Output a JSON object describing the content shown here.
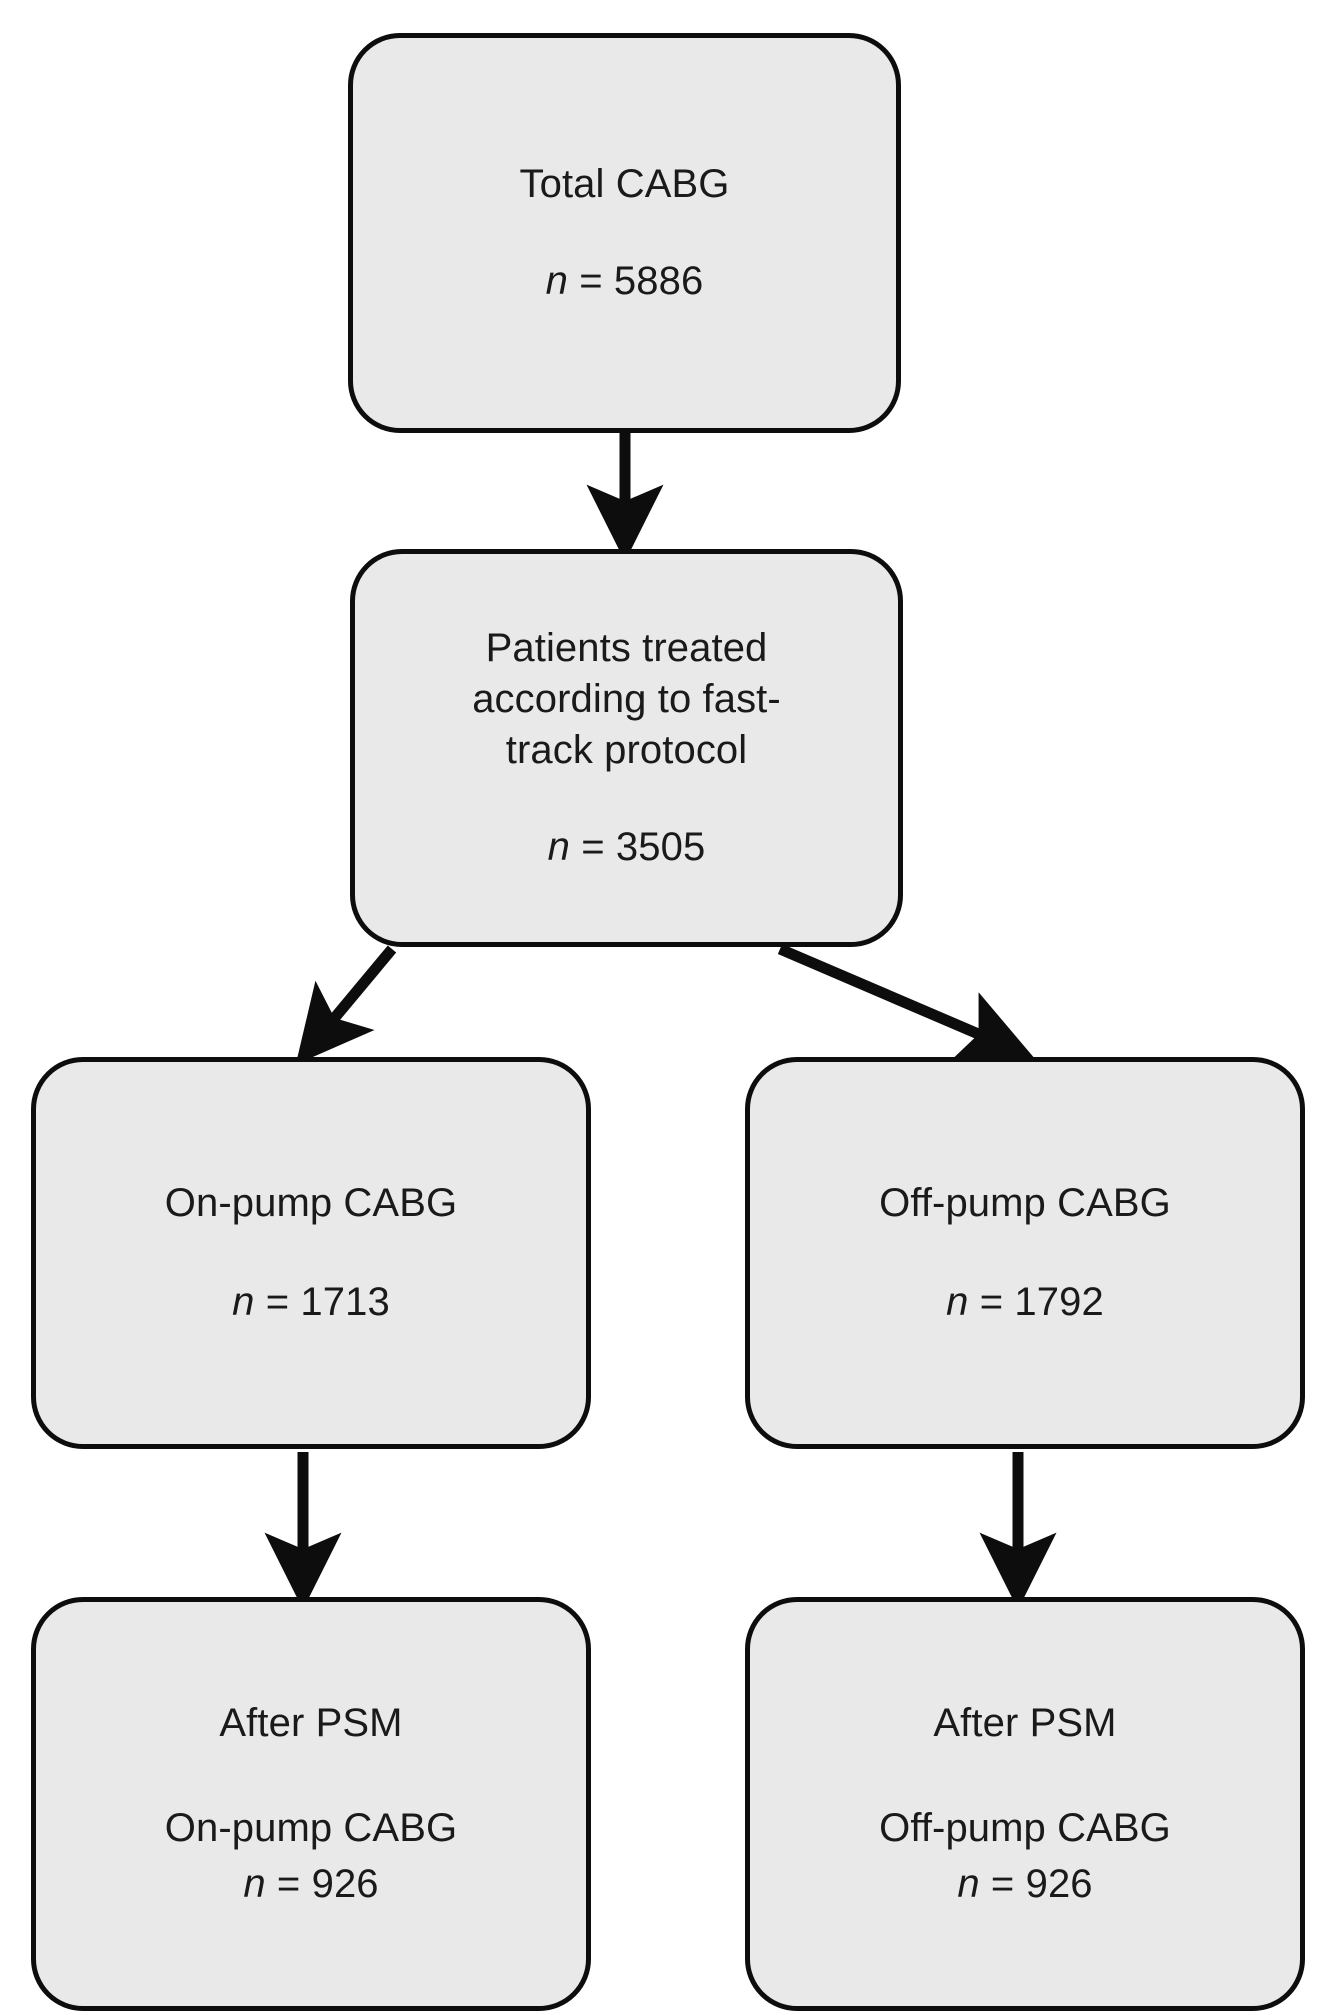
{
  "diagram": {
    "type": "flowchart",
    "orientation": "top-down",
    "background_color": "#ffffff",
    "node_fill_color": "#e9e9e9",
    "node_border_color": "#0d0d0d",
    "text_color": "#1a1a1a"
  },
  "nodes": [
    {
      "id": "total-cabg",
      "title": "Total CABG",
      "count_symbol": "n",
      "count_equals": " = ",
      "count_value": "5886",
      "count_text": "n = 5886"
    },
    {
      "id": "fast-track",
      "title": "Patients treated\naccording to fast-\ntrack protocol",
      "count_symbol": "n",
      "count_equals": " = ",
      "count_value": "3505",
      "count_text": "n = 3505"
    },
    {
      "id": "on-pump",
      "title": "On-pump CABG",
      "count_symbol": "n",
      "count_equals": " = ",
      "count_value": "1713",
      "count_text": "n = 1713"
    },
    {
      "id": "off-pump",
      "title": "Off-pump CABG",
      "count_symbol": "n",
      "count_equals": " = ",
      "count_value": "1792",
      "count_text": "n = 1792"
    },
    {
      "id": "psm-on-pump",
      "title": "After PSM",
      "subtitle": "On-pump CABG",
      "count_symbol": "n",
      "count_equals": " = ",
      "count_value": "926",
      "count_text": "n = 926"
    },
    {
      "id": "psm-off-pump",
      "title": "After PSM",
      "subtitle": "Off-pump CABG",
      "count_symbol": "n",
      "count_equals": " = ",
      "count_value": "926",
      "count_text": "n = 926"
    }
  ],
  "edges": [
    {
      "id": "edge-total-to-fasttrack",
      "from": "total-cabg",
      "to": "fast-track",
      "style": "straight-down-arrow"
    },
    {
      "id": "edge-fasttrack-to-onpump",
      "from": "fast-track",
      "to": "on-pump",
      "style": "diagonal-left-arrow"
    },
    {
      "id": "edge-fasttrack-to-offpump",
      "from": "fast-track",
      "to": "off-pump",
      "style": "diagonal-right-arrow"
    },
    {
      "id": "edge-onpump-to-psm",
      "from": "on-pump",
      "to": "psm-on-pump",
      "style": "straight-down-arrow"
    },
    {
      "id": "edge-offpump-to-psm",
      "from": "off-pump",
      "to": "psm-off-pump",
      "style": "straight-down-arrow"
    }
  ]
}
